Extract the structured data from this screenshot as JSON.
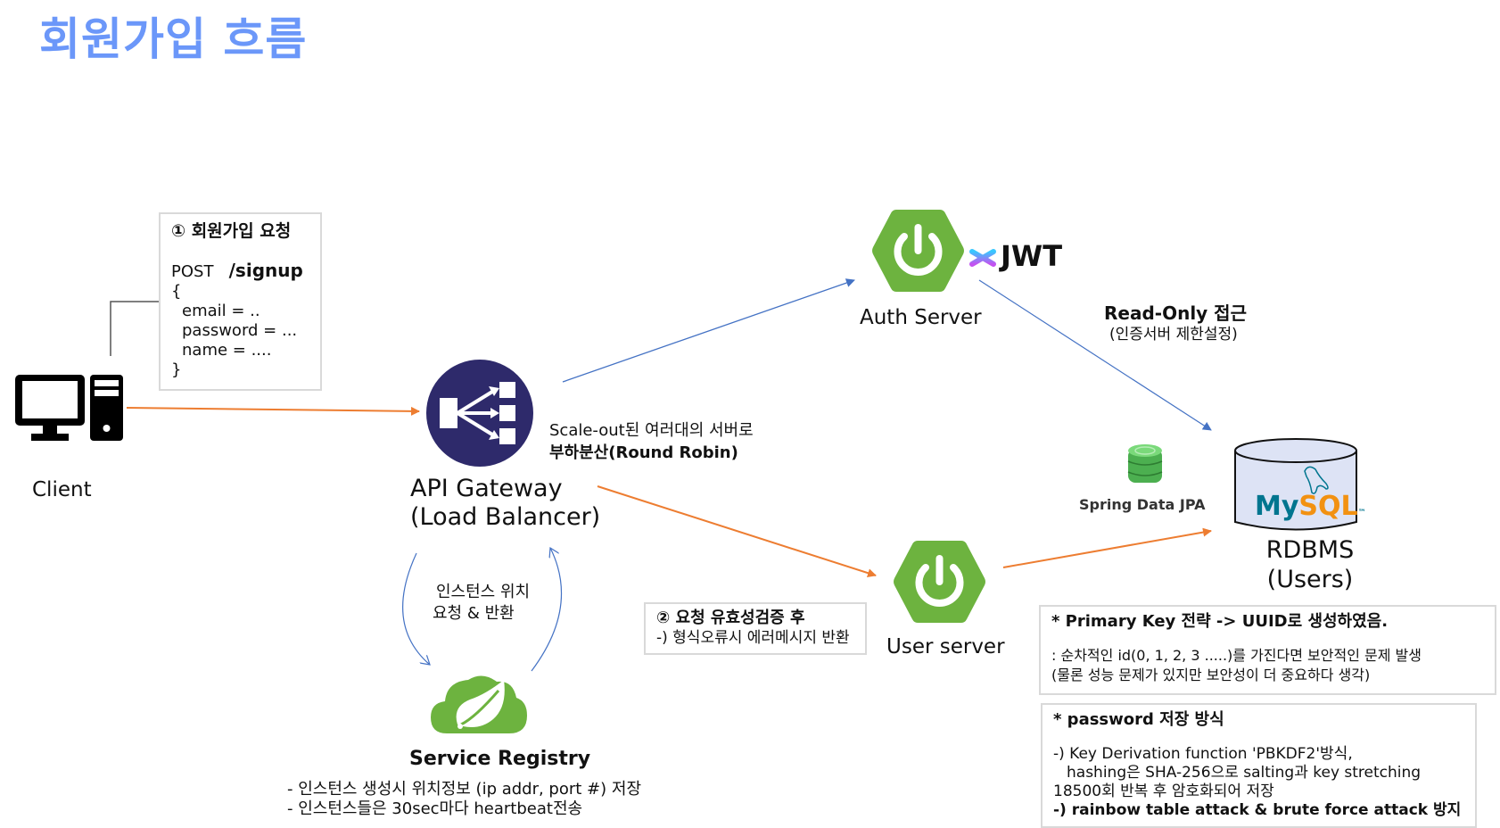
{
  "title": "회원가입 흐름",
  "colors": {
    "title": "#6b97f9",
    "orange_arrow": "#ed7d31",
    "blue_arrow": "#4472c4",
    "spring_green": "#6db33f",
    "gateway_navy": "#2e2a6b",
    "mysql_blue": "#00758f",
    "mysql_orange": "#f29111"
  },
  "client": {
    "label": "Client",
    "icon": "desktop-computer-icon"
  },
  "request_box": {
    "heading": "① 회원가입 요청",
    "method": "POST",
    "endpoint": "/signup",
    "open_brace": "{",
    "fields": [
      "email = ..",
      "password = ...",
      "name = ...."
    ],
    "close_brace": "}"
  },
  "gateway": {
    "label_line1": "API Gateway",
    "label_line2": "(Load Balancer)",
    "icon": "load-balancer-icon",
    "note_line1": "Scale-out된 여러대의 서버로",
    "note_line2": "부하분산(Round Robin)"
  },
  "auth_server": {
    "label": "Auth Server",
    "icon": "spring-boot-icon",
    "badge": "JWT",
    "badge_icon": "jwt-asterisk-icon"
  },
  "read_only_note": {
    "line1": "Read-Only 접근",
    "line2": "(인증서버 제한설정)"
  },
  "jpa": {
    "label": "Spring Data JPA",
    "icon": "database-stack-icon"
  },
  "database": {
    "label_line1": "RDBMS",
    "label_line2": "(Users)",
    "brand": "MySQL",
    "brand_my": "My",
    "brand_sql": "SQL",
    "tm": "™"
  },
  "user_server": {
    "label": "User server",
    "icon": "spring-boot-icon"
  },
  "validation_box": {
    "heading": "② 요청 유효성검증 후",
    "line": "-) 형식오류시 에러메시지 반환"
  },
  "instance_note": {
    "line1": "인스턴스 위치",
    "line2": "요청 & 반환"
  },
  "service_registry": {
    "label": "Service Registry",
    "icon": "spring-cloud-icon",
    "notes": [
      "- 인스턴스 생성시 위치정보 (ip addr, port #) 저장",
      "- 인스턴스들은 30sec마다 heartbeat전송"
    ]
  },
  "pk_box": {
    "heading": "*  Primary Key 전략 -> UUID로 생성하였음.",
    "line1": ": 순차적인 id(0, 1, 2, 3 .....)를 가진다면 보안적인 문제 발생",
    "line2": "(물론 성능 문제가 있지만 보안성이 더 중요하다 생각)"
  },
  "pw_box": {
    "heading": "*  password 저장 방식",
    "line1": "-) Key Derivation function 'PBKDF2'방식,",
    "line2": "hashing은 SHA-256으로 salting과 key stretching",
    "line3": "18500회 반복 후 암호화되어 저장",
    "line4": "-) rainbow table attack & brute force attack 방지"
  }
}
